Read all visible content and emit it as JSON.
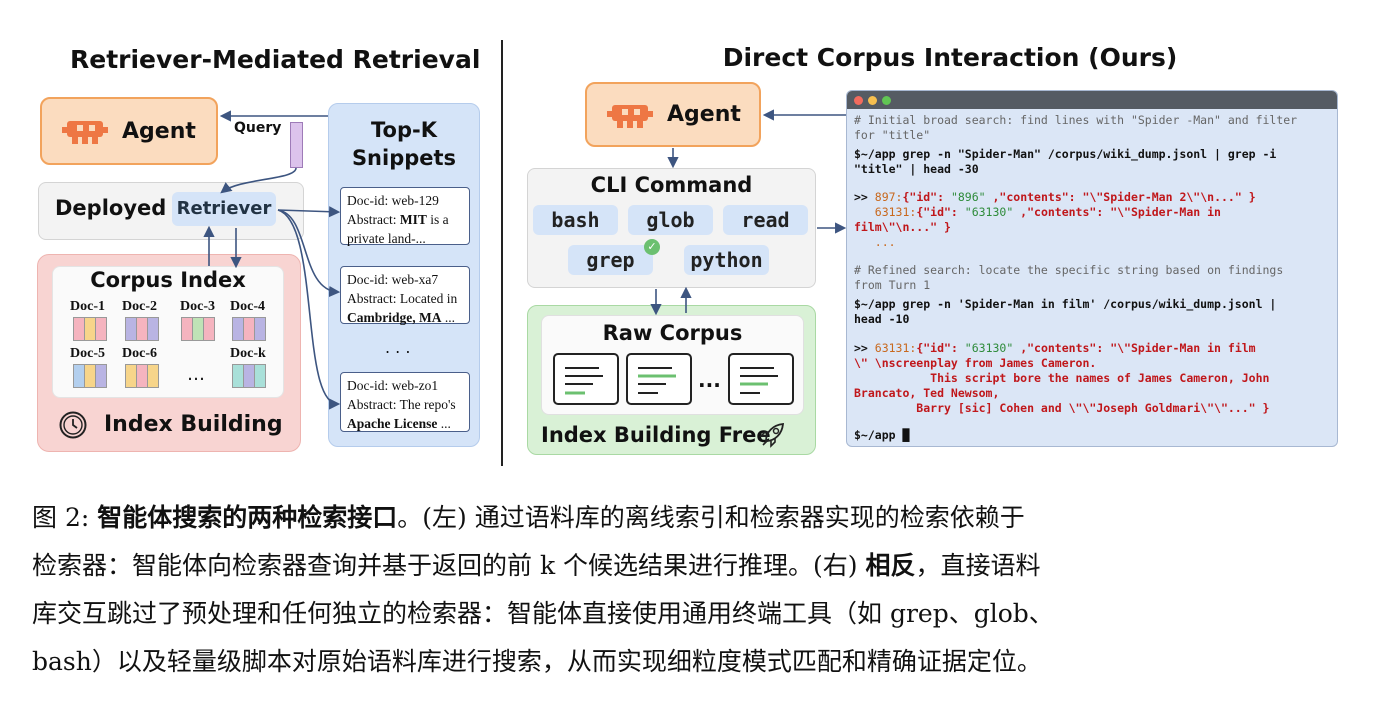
{
  "left": {
    "title": "Retriever-Mediated Retrieval",
    "agent_label": "Agent",
    "query_label": "Query",
    "deployed_label": "Deployed",
    "retriever_label": "Retriever",
    "topk_title_1": "Top-K",
    "topk_title_2": "Snippets",
    "snippets": [
      {
        "id": "Doc-id: web-129",
        "l1": "Abstract: ",
        "l1b": "MIT",
        "l1c": " is a",
        "l2": "private land-..."
      },
      {
        "id": "Doc-id: web-xa7",
        "l1": "Abstract: Located in",
        "l2b": "Cambridge, MA",
        "l2c": " ..."
      },
      {
        "id": "Doc-id: web-zo1",
        "l1": "Abstract: The repo's",
        "l2b": "Apache License",
        "l2c": " ..."
      }
    ],
    "snippet_ellipsis": ". . .",
    "corpus_index_title": "Corpus Index",
    "docs": [
      "Doc-1",
      "Doc-2",
      "Doc-3",
      "Doc-4",
      "Doc-5",
      "Doc-6",
      "Doc-k"
    ],
    "docs_ellipsis": "…",
    "index_building_label": "Index Building"
  },
  "right": {
    "title": "Direct Corpus Interaction (Ours)",
    "agent_label": "Agent",
    "cli_title": "CLI Command",
    "tools": [
      "bash",
      "glob",
      "read",
      "grep",
      "python"
    ],
    "raw_corpus_title": "Raw Corpus",
    "raw_ellipsis": "...",
    "index_free_label": "Index Building Free",
    "terminal": {
      "comment1_a": "# Initial broad search: find lines with \"Spider -Man\" and filter",
      "comment1_b": "for \"title\"",
      "cmd1_a": "$~/app grep -n \"Spider-Man\" /corpus/wiki_dump.jsonl | grep -i",
      "cmd1_b": "\"title\" | head -30",
      "out1_a_prompt": ">> ",
      "out1_a_num": "897:",
      "out1_a_key": "{\"id\": ",
      "out1_a_val": "\"896\"",
      "out1_a_rest": " ,\"contents\": ",
      "out1_a_str": "\"\\\"Spider-Man 2\\\"\\n...\"",
      "out1_a_end": " }",
      "out1_b_num": "   63131:",
      "out1_b_key": "{\"id\": ",
      "out1_b_val": "\"63130\"",
      "out1_b_rest": " ,\"contents\": ",
      "out1_b_str": "\"\\\"Spider-Man in",
      "out1_c": "film\\\"\\n...\" }",
      "out1_d": "   ...",
      "comment2_a": "# Refined search: locate the specific string based on findings",
      "comment2_b": "from Turn 1",
      "cmd2_a": "$~/app grep -n 'Spider-Man in film' /corpus/wiki_dump.jsonl |",
      "cmd2_b": "head -10",
      "out2_prompt": ">> ",
      "out2_num": "63131:",
      "out2_key": "{\"id\": ",
      "out2_val": "\"63130\"",
      "out2_rest": " ,\"contents\": ",
      "out2_str": "\"\\\"Spider-Man in film",
      "out2_b": "\\\" \\nscreenplay from James Cameron.",
      "out2_c": "           This script bore the names of James Cameron, John",
      "out2_d": "Brancato, Ted Newsom,",
      "out2_e": "         Barry [sic] Cohen and \\\"\\\"Joseph Goldmari\\\"\\\"...\" }",
      "prompt_final": "$~/app ",
      "cursor": "█"
    }
  },
  "caption": {
    "line1_a": "图 2: ",
    "line1_b": "智能体搜索的两种检索接口",
    "line1_c": "。(左) 通过语料库的离线索引和检索器实现的检索依赖于",
    "line2": "检索器：智能体向检索器查询并基于返回的前 k 个候选结果进行推理。(右) ",
    "line2_b": "相反",
    "line2_c": "，直接语料",
    "line3": "库交互跳过了预处理和任何独立的检索器：智能体直接使用通用终端工具（如 grep、glob、",
    "line4": "bash）以及轻量级脚本对原始语料库进行搜索，从而实现细粒度模式匹配和精确证据定位。"
  },
  "colors": {
    "agent_fill": "#fbdcbf",
    "agent_border": "#f2a35c",
    "robot": "#ee7744",
    "snippet_panel": "#d5e4f8",
    "corpus_panel": "#f8d4d2",
    "raw_corpus_panel": "#d9f1d6",
    "arrow": "#3d5580"
  }
}
